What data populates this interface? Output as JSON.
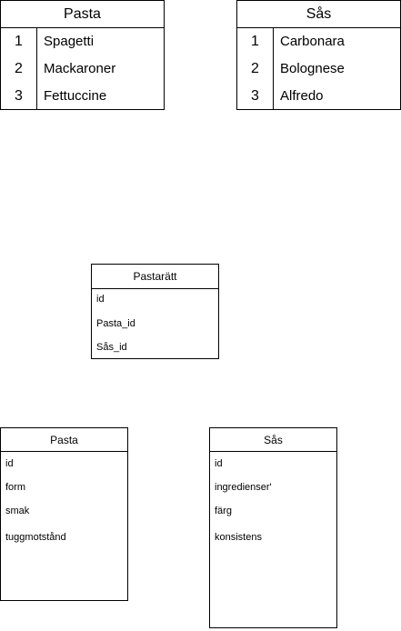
{
  "tables": [
    {
      "title": "Pasta",
      "rows": [
        {
          "num": "1",
          "value": "Spagetti"
        },
        {
          "num": "2",
          "value": "Mackaroner"
        },
        {
          "num": "3",
          "value": "Fettuccine"
        }
      ]
    },
    {
      "title": "Sås",
      "rows": [
        {
          "num": "1",
          "value": "Carbonara"
        },
        {
          "num": "2",
          "value": "Bolognese"
        },
        {
          "num": "3",
          "value": "Alfredo"
        }
      ]
    }
  ],
  "entities": {
    "pastaratt": {
      "title": "Pastarätt",
      "fields": [
        "id",
        "Pasta_id",
        "Sås_id"
      ]
    },
    "pasta": {
      "title": "Pasta",
      "fields": [
        "id",
        "form",
        "smak",
        "tuggmotstånd"
      ]
    },
    "sas": {
      "title": "Sås",
      "fields": [
        "id",
        "ingredienser'",
        "färg",
        "konsistens"
      ]
    }
  }
}
